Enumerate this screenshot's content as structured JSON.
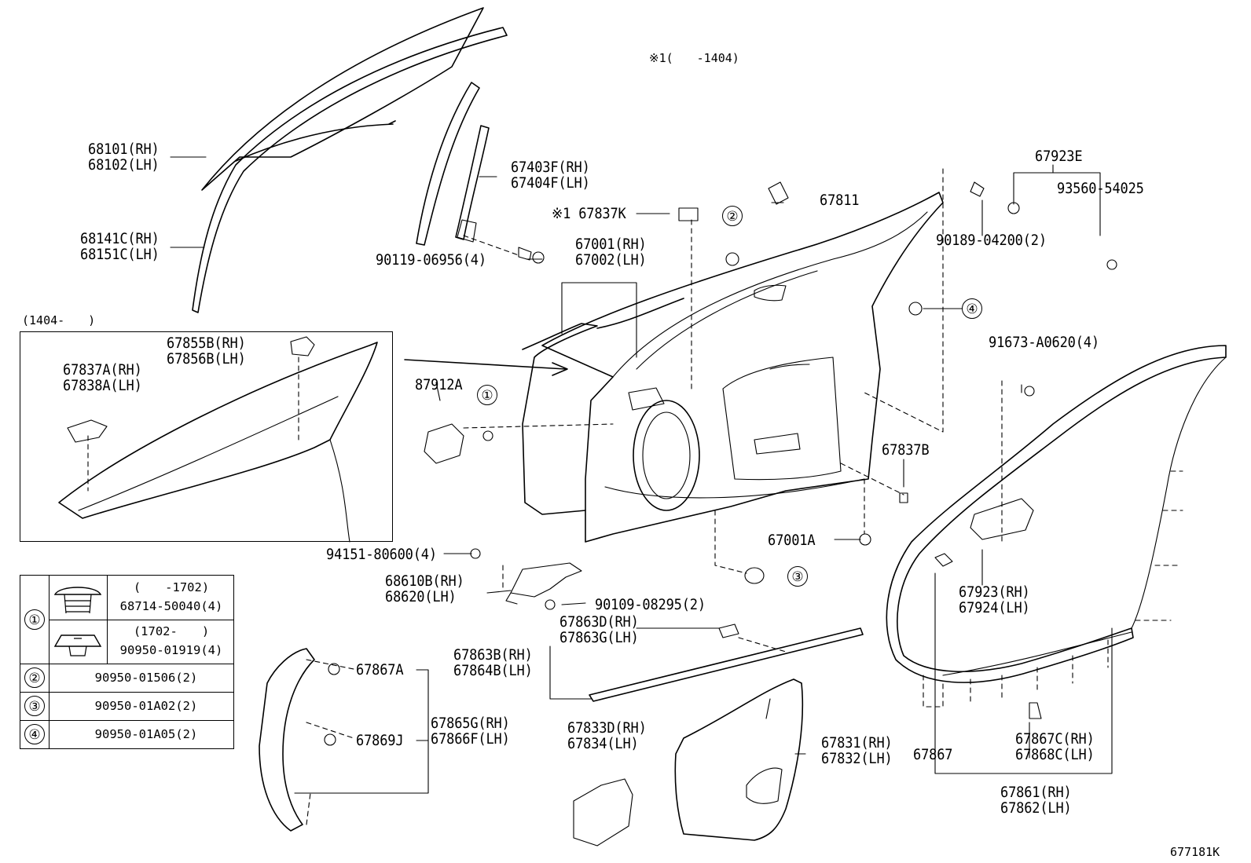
{
  "diagram": {
    "note_top": "※1(　　-1404)",
    "inset_caption": "(1404-　　)",
    "figure_code": "677181K",
    "labels": {
      "l68101": "68101(RH)",
      "l68102": "68102(LH)",
      "l68141": "68141C(RH)",
      "l68151": "68151C(LH)",
      "l67403": "67403F(RH)",
      "l67404": "67404F(LH)",
      "l90119": "90119-06956(4)",
      "l67837k": "※1 67837K",
      "l67811": "67811",
      "l67923e": "67923E",
      "l93560": "93560-54025",
      "l90189": "90189-04200(2)",
      "l67001": "67001(RH)",
      "l67002": "67002(LH)",
      "l91673": "91673-A0620(4)",
      "l87912": "87912A",
      "l67837b": "67837B",
      "l67001a": "67001A",
      "l67855": "67855B(RH)",
      "l67856": "67856B(LH)",
      "l67837a": "67837A(RH)",
      "l67838a": "67838A(LH)",
      "l94151": "94151-80600(4)",
      "l68610": "68610B(RH)",
      "l68620": "68620(LH)",
      "l90109": "90109-08295(2)",
      "l67863d": "67863D(RH)",
      "l67863g": "67863G(LH)",
      "l67863b": "67863B(RH)",
      "l67864b": "67864B(LH)",
      "l67923": "67923(RH)",
      "l67924": "67924(LH)",
      "l67867a": "67867A",
      "l67869j": "67869J",
      "l67865g": "67865G(RH)",
      "l67866f": "67866F(LH)",
      "l67833d": "67833D(RH)",
      "l67834": "67834(LH)",
      "l67831": "67831(RH)",
      "l67832": "67832(LH)",
      "l67867": "67867",
      "l67867c": "67867C(RH)",
      "l67868c": "67868C(LH)",
      "l67861": "67861(RH)",
      "l67862": "67862(LH)"
    },
    "callouts": [
      "①",
      "②",
      "③",
      "④"
    ],
    "legend": {
      "rows": [
        {
          "key": "①",
          "period": "(　　-1702)",
          "part": "68714-50040(4)"
        },
        {
          "key": "",
          "period": "(1702-　　)",
          "part": "90950-01919(4)"
        },
        {
          "key": "②",
          "part": "90950-01506(2)"
        },
        {
          "key": "③",
          "part": "90950-01A02(2)"
        },
        {
          "key": "④",
          "part": "90950-01A05(2)"
        }
      ]
    }
  }
}
